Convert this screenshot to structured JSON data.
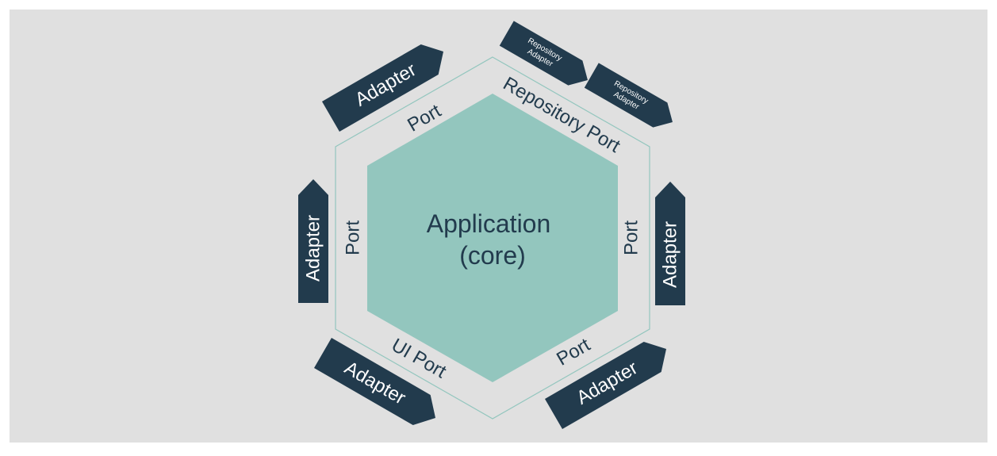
{
  "diagram": {
    "core": {
      "line1": "Application",
      "line2": "(core)"
    },
    "ports": {
      "top_left": "Port",
      "top_right": "Repository Port",
      "left": "Port",
      "right": "Port",
      "bottom_left": "UI Port",
      "bottom_right": "Port"
    },
    "adapters": {
      "top_left": "Adapter",
      "left": "Adapter",
      "right": "Adapter",
      "bottom_left": "Adapter",
      "bottom_right": "Adapter",
      "repository_1": {
        "line1": "Repository",
        "line2": "Adapter"
      },
      "repository_2": {
        "line1": "Repository",
        "line2": "Adapter"
      }
    }
  },
  "colors": {
    "canvas": "#e0e0e0",
    "core_fill": "#93c6be",
    "port_ring_stroke": "#93c6be",
    "adapter_fill": "#223b4d",
    "text_dark": "#223b4d",
    "text_light": "#ffffff"
  }
}
